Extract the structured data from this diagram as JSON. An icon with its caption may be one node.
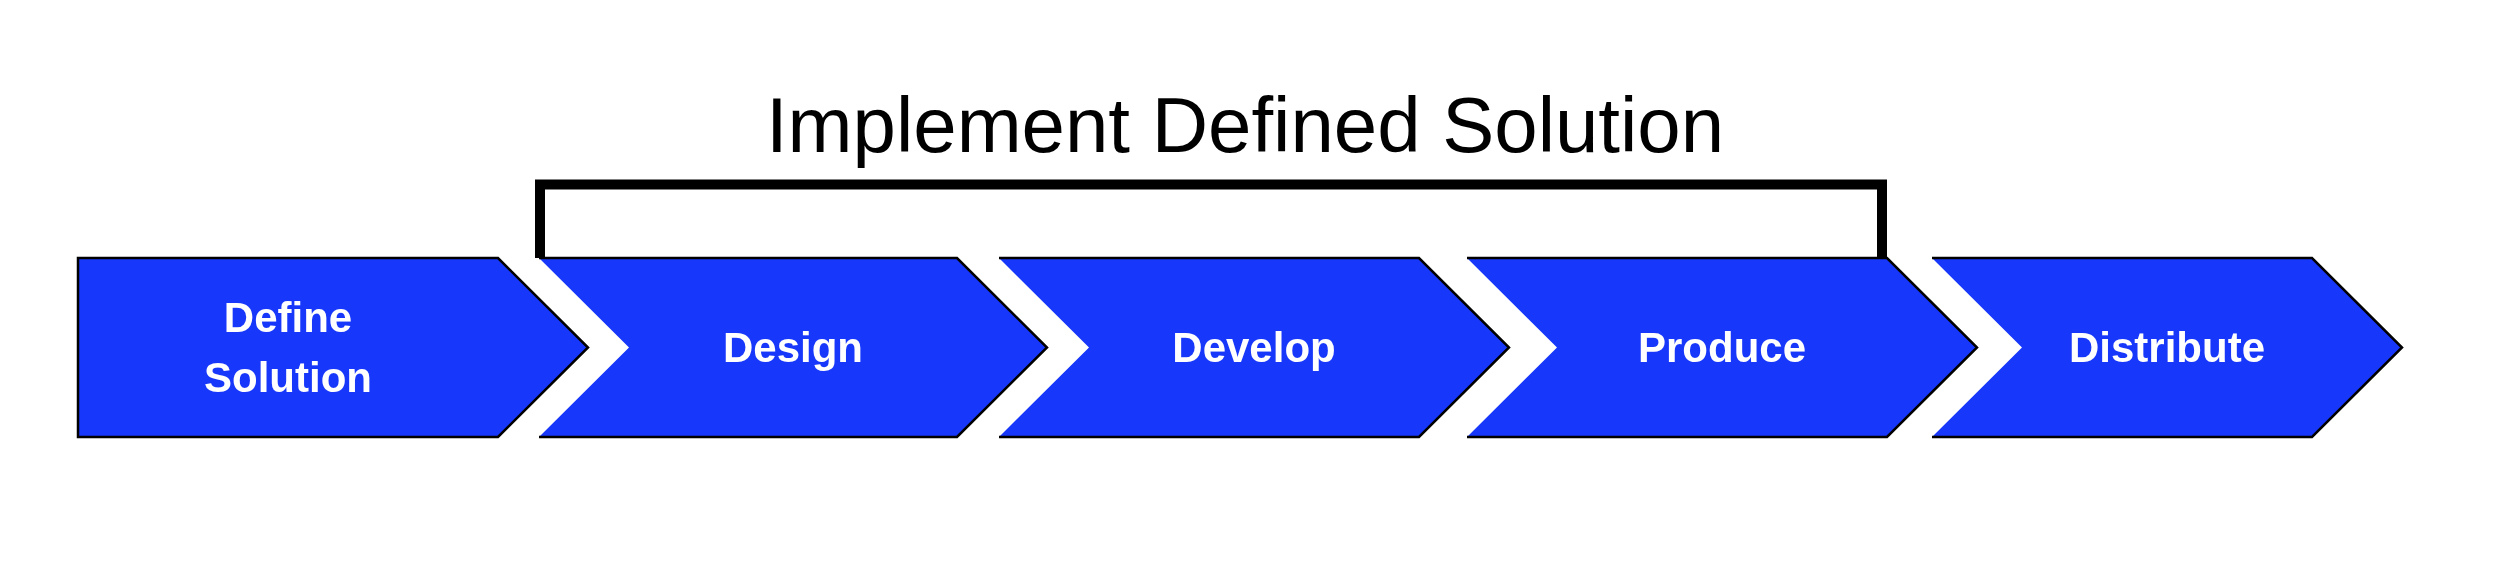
{
  "diagram": {
    "nodes": [
      {
        "text": [
          "Define Solution"
        ]
      },
      {
        "text": [
          "Design"
        ]
      },
      {
        "text": [
          "Develop"
        ]
      },
      {
        "text": [
          "Produce"
        ]
      },
      {
        "text": [
          "Distribute"
        ]
      }
    ],
    "labels": [
      "Implement Defined Solution"
    ]
  }
}
